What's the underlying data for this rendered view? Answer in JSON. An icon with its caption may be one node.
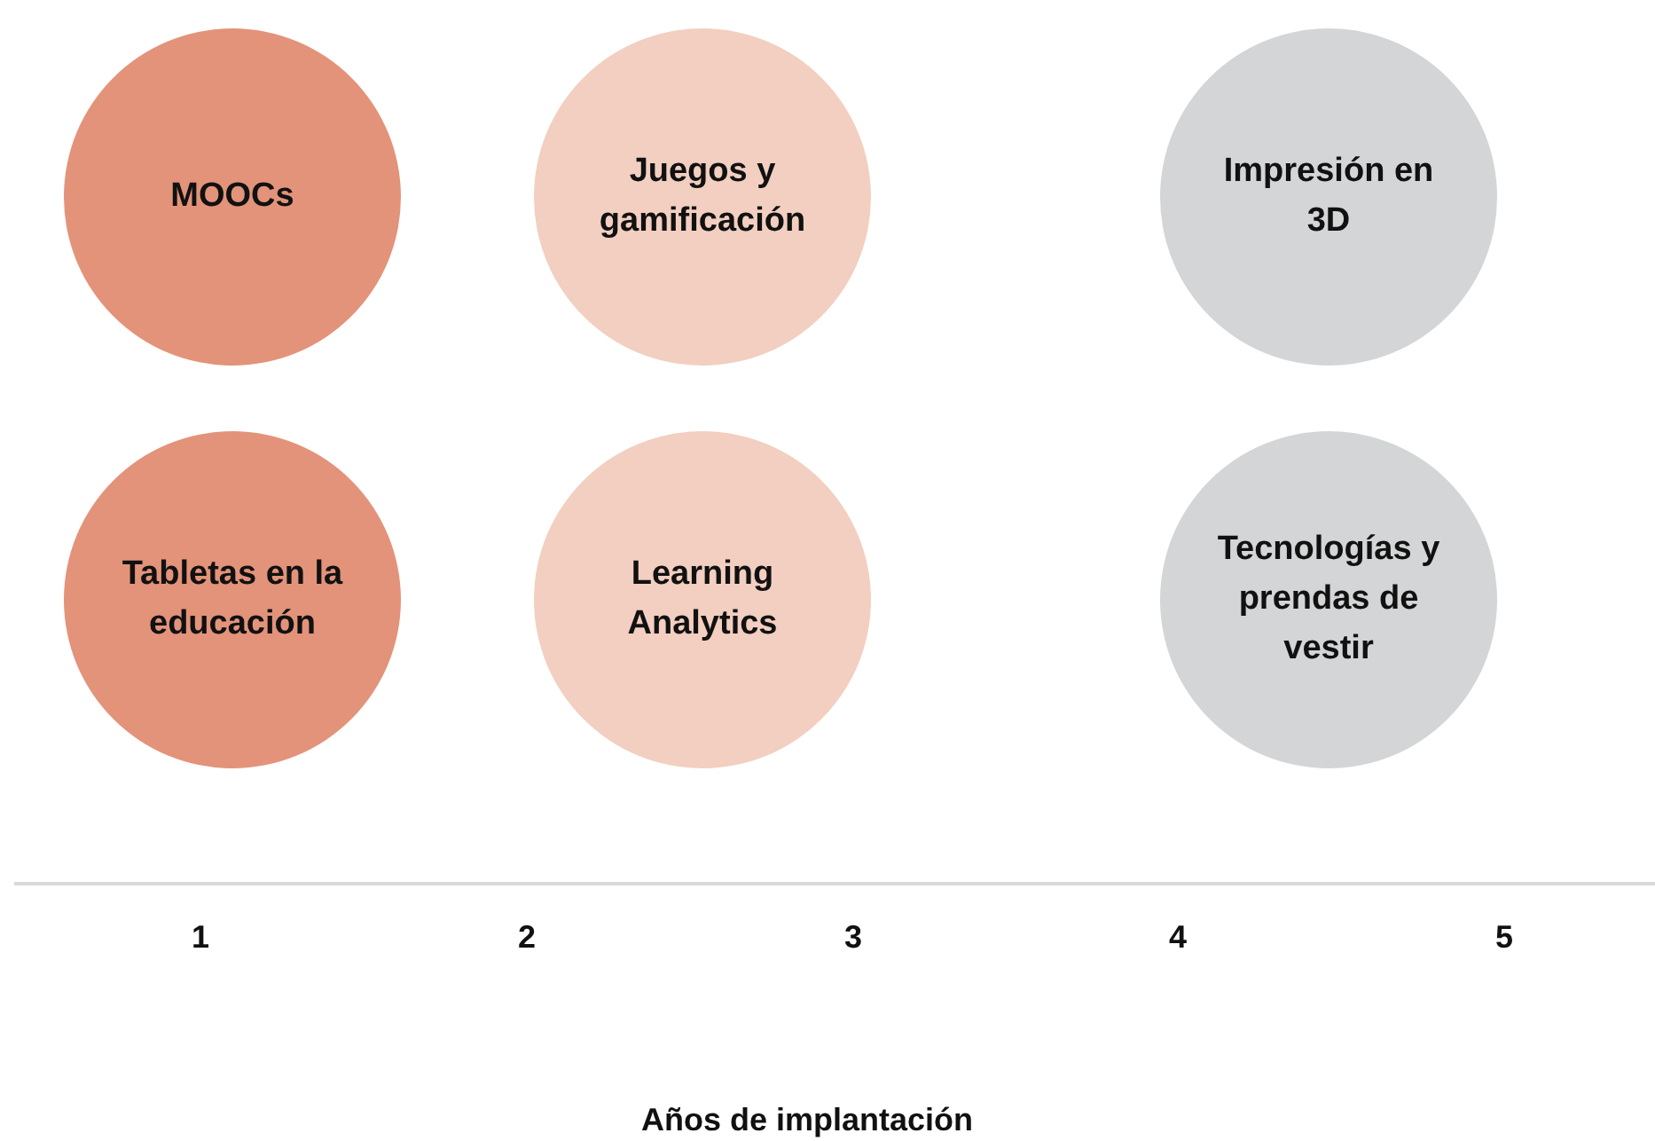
{
  "diagram": {
    "nodes": [
      {
        "text": [
          "MOOCs"
        ]
      },
      {
        "text": [
          "Juegos y gamificación"
        ]
      },
      {
        "text": [
          "Impresión en 3D"
        ]
      },
      {
        "text": [
          "Tabletas en la educación"
        ]
      },
      {
        "text": [
          "Learning Analytics"
        ]
      },
      {
        "text": [
          "Tecnologías y prendas de vestir"
        ]
      }
    ],
    "labels": [
      "1",
      "2",
      "3",
      "4",
      "5",
      "Años de implantación"
    ]
  }
}
